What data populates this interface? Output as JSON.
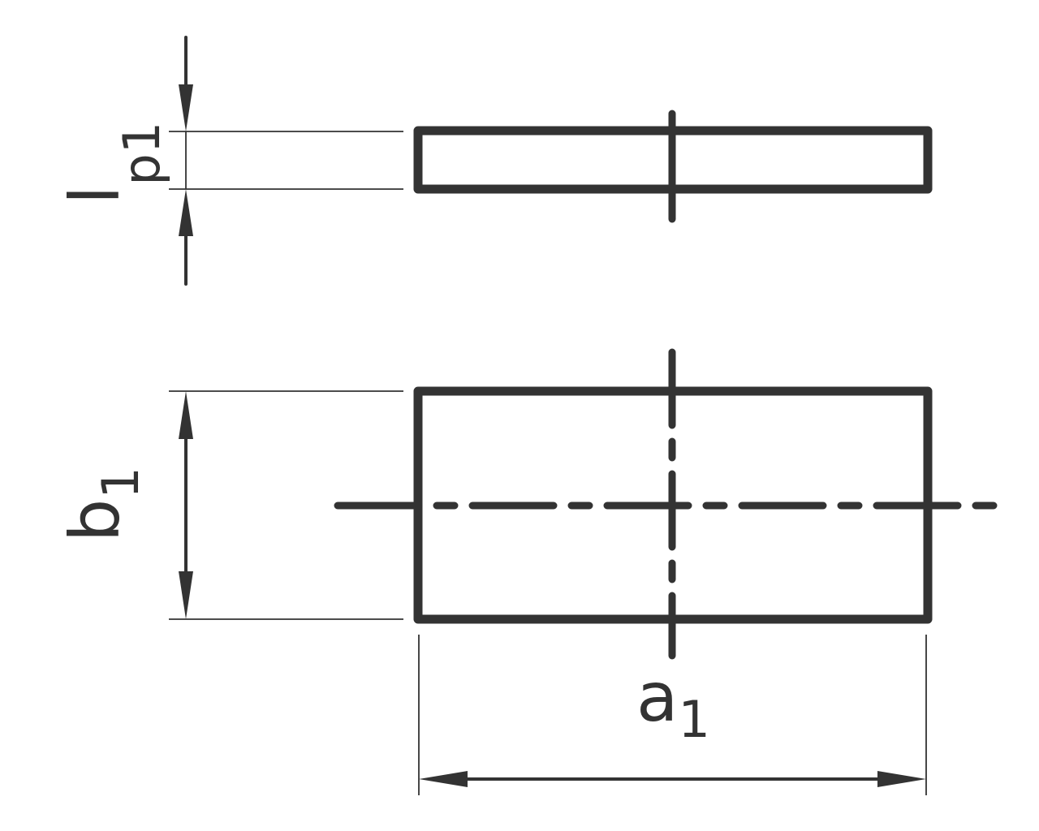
{
  "labels": {
    "thickness": {
      "main": "l",
      "sub": "p1"
    },
    "width": {
      "main": "b",
      "sub": "1"
    },
    "length": {
      "main": "a",
      "sub": "1"
    }
  },
  "colors": {
    "line": "#333333",
    "background": "#ffffff"
  }
}
